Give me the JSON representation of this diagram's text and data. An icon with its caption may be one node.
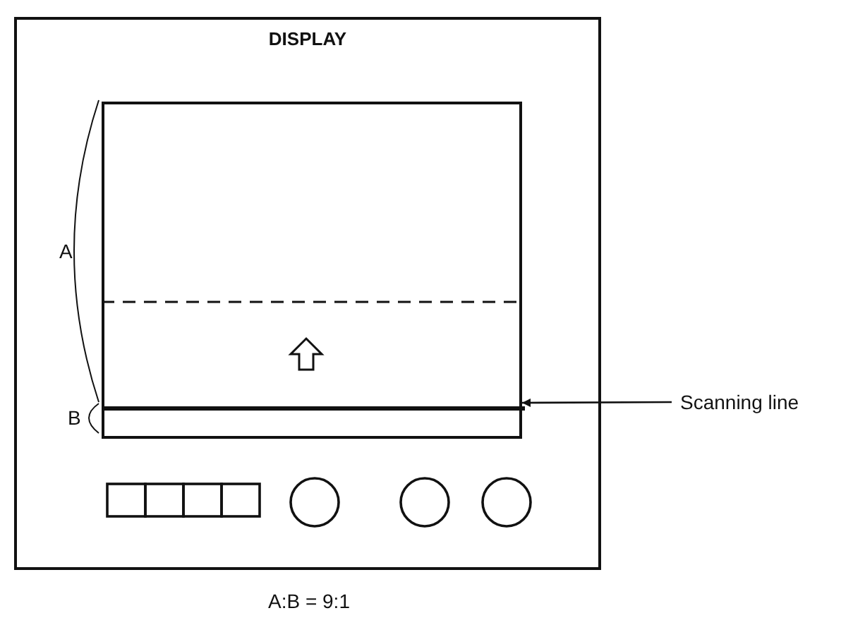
{
  "diagram": {
    "nodes": [
      {
        "text": [
          "DISPLAY"
        ]
      },
      {
        "text": [],
        "shape": "box",
        "in": 0
      },
      {
        "text": [
          "Scanning line"
        ]
      },
      {
        "text": [],
        "shape": "line",
        "in": 1
      }
    ],
    "edges": [
      {
        "from": 2,
        "to": 3,
        "arrow": "to"
      }
    ],
    "labels": [
      "A",
      "B",
      "A:B = 9:1"
    ]
  }
}
